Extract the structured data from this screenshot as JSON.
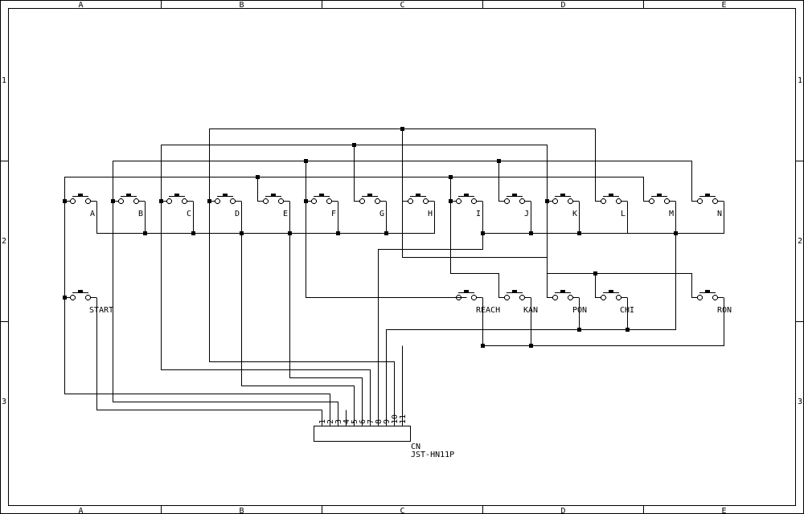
{
  "border": {
    "columns": [
      "A",
      "B",
      "C",
      "D",
      "E"
    ],
    "rows": [
      "1",
      "2",
      "3"
    ]
  },
  "switches": {
    "top_row": [
      "A",
      "B",
      "C",
      "D",
      "E",
      "F",
      "G",
      "H",
      "I",
      "J",
      "K",
      "L",
      "M",
      "N"
    ],
    "start": "START",
    "bottom_row": [
      "REACH",
      "KAN",
      "PON",
      "CHI",
      "RON"
    ]
  },
  "connector": {
    "ref": "CN",
    "part": "JST-HN11P",
    "pins": [
      "1",
      "2",
      "3",
      "4",
      "5",
      "6",
      "7",
      "8",
      "9",
      "10",
      "11"
    ]
  }
}
